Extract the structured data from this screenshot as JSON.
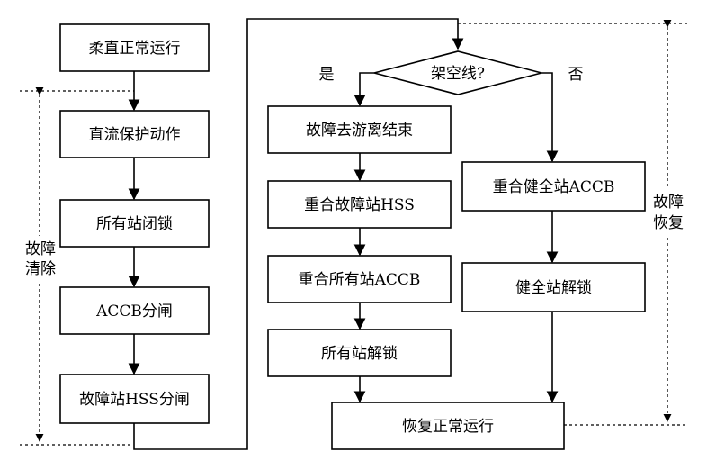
{
  "flowchart": {
    "left_column": [
      "柔直正常运行",
      "直流保护动作",
      "所有站闭锁",
      "ACCB分闸",
      "故障站HSS分闸"
    ],
    "decision": "架空线?",
    "yes_label": "是",
    "no_label": "否",
    "yes_branch": [
      "故障去游离结束",
      "重合故障站HSS",
      "重合所有站ACCB",
      "所有站解锁"
    ],
    "no_branch": [
      "重合健全站ACCB",
      "健全站解锁"
    ],
    "end": "恢复正常运行"
  },
  "phases": {
    "fault_clearing": [
      "故障",
      "清除"
    ],
    "fault_recovery": [
      "故障",
      "恢复"
    ]
  }
}
